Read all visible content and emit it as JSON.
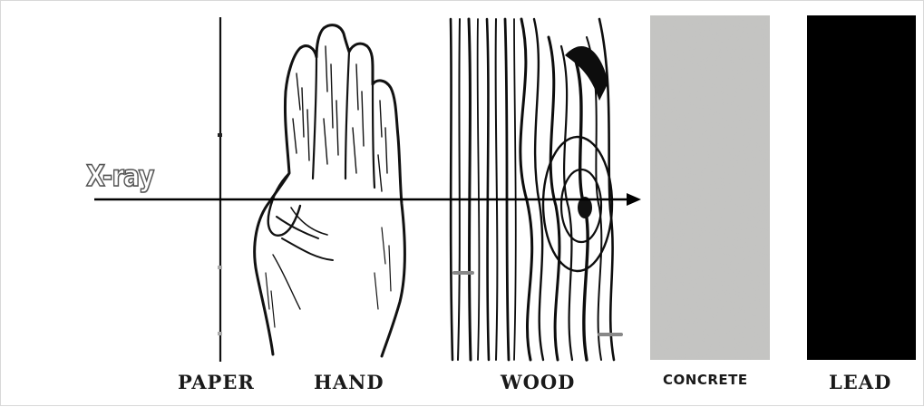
{
  "diagram": {
    "ray_label": "X-ray",
    "materials": [
      {
        "key": "paper",
        "label": "PAPER"
      },
      {
        "key": "hand",
        "label": "HAND"
      },
      {
        "key": "wood",
        "label": "WOOD"
      },
      {
        "key": "concrete",
        "label": "CONCRETE"
      },
      {
        "key": "lead",
        "label": "LEAD"
      }
    ]
  },
  "colors": {
    "ink": "#111111",
    "concrete": "#c4c4c2",
    "lead": "#000000",
    "background": "#ffffff"
  }
}
